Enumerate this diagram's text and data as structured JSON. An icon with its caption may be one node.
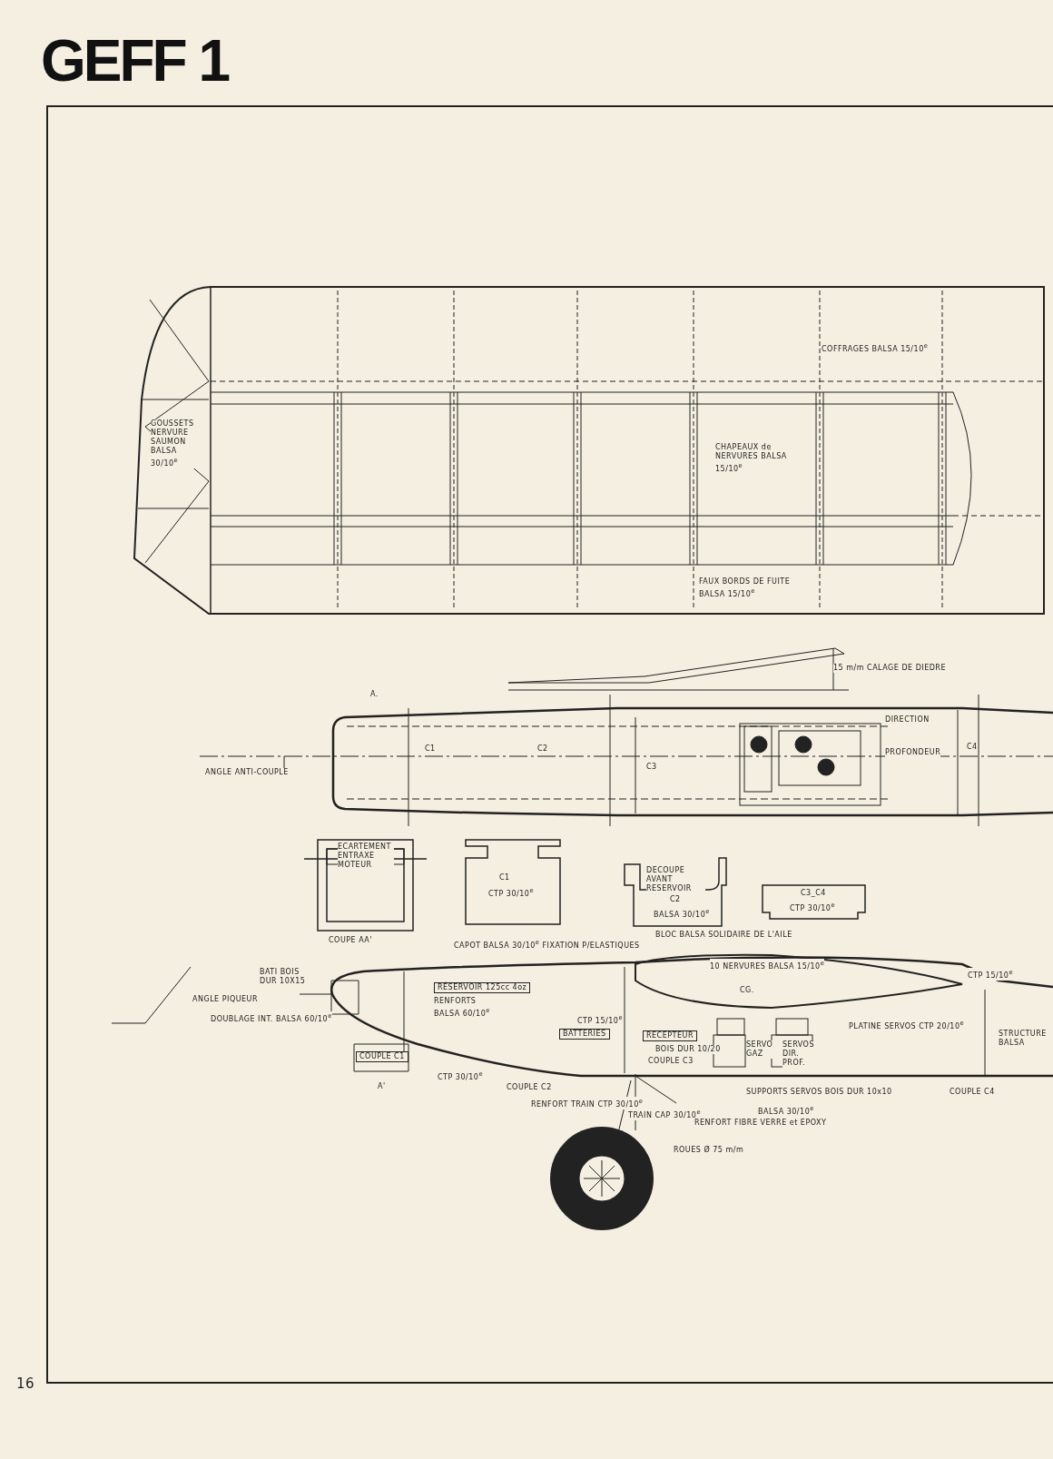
{
  "diagram": {
    "title": "GEFF 1",
    "labels": [
      "GOUSSETS NERVURE SAUMON BALSA 30/10$^{e}$",
      "COFFRAGES BALSA 15/10$^{e}$",
      "CHAPEAUX de NERVURES BALSA 15/10$^{e}$",
      "FAUX BORDS DE FUITE BALSA 15/10$^{e}$",
      "15 m/m CALAGE DE DIEDRE",
      "A.",
      "ANGLE ANTI-COUPLE",
      "C1",
      "C2",
      "C3",
      "DIRECTION",
      "PROFONDEUR",
      "C4",
      "ECARTEMENT ENTRAXE MOTEUR",
      "COUPE AA'",
      "C1",
      "CTP 30/10$^{e}$",
      "DECOUPE AVANT RESERVOIR",
      "C2",
      "BALSA 30/10$^{e}$",
      "C3_C4",
      "CTP 30/10$^{e}$",
      "CAPOT BALSA 30/10$^{e}$ FIXATION P/ELASTIQUES",
      "BLOC BALSA SOLIDAIRE DE L'AILE",
      "10 NERVURES BALSA 15/10$^{e}$",
      "CG.",
      "CTP 15/10$^{e}$",
      "BATI BOIS DUR 10X15",
      "ANGLE PIQUEUR",
      "RÉSERVOIR 125cc 4oz",
      "RENFORTS BALSA 60/10$^{e}$",
      "DOUBLAGE INT. BALSA 60/10$^{e}$",
      "CTP 15/10$^{e}$",
      "BATTERIES",
      "RECEPTEUR",
      "PLATINE SERVOS CTP 20/10$^{e}$",
      "SERVO GAZ",
      "SERVOS DIR. PROF.",
      "STRUCTURE BALSA",
      "BOIS DUR 10/20",
      "COUPLE C1",
      "COUPLE C3",
      "CTP 30/10$^{e}$",
      "COUPLE C2",
      "RENFORT TRAIN CTP 30/10$^{e}$",
      "SUPPORTS SERVOS BOIS DUR 10x10",
      "COUPLE C4",
      "TRAIN CAP 30/10$^{e}$",
      "BALSA 30/10$^{e}$",
      "RENFORT FIBRE VERRE et EPOXY",
      "A'",
      "ROUES Ø 75 m/m",
      "16"
    ]
  }
}
